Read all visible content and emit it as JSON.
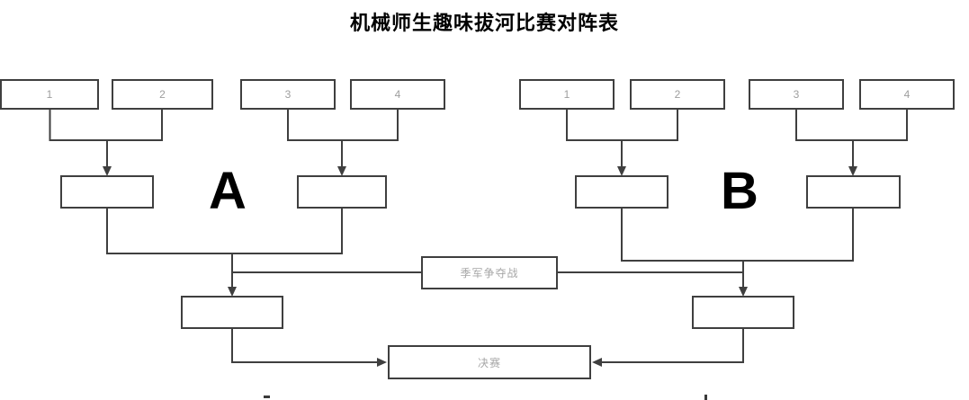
{
  "title": "机械师生趣味拔河比赛对阵表",
  "colors": {
    "line": "#3f3f3f",
    "box_fill": "#ffffff",
    "muted_text": "#9e9e9e",
    "label_text": "#000000"
  },
  "groups": [
    {
      "label": "A",
      "teams": [
        "1",
        "2",
        "3",
        "4"
      ]
    },
    {
      "label": "B",
      "teams": [
        "1",
        "2",
        "3",
        "4"
      ]
    }
  ],
  "matches": {
    "third_place": "季军争夺战",
    "final": "决赛"
  }
}
